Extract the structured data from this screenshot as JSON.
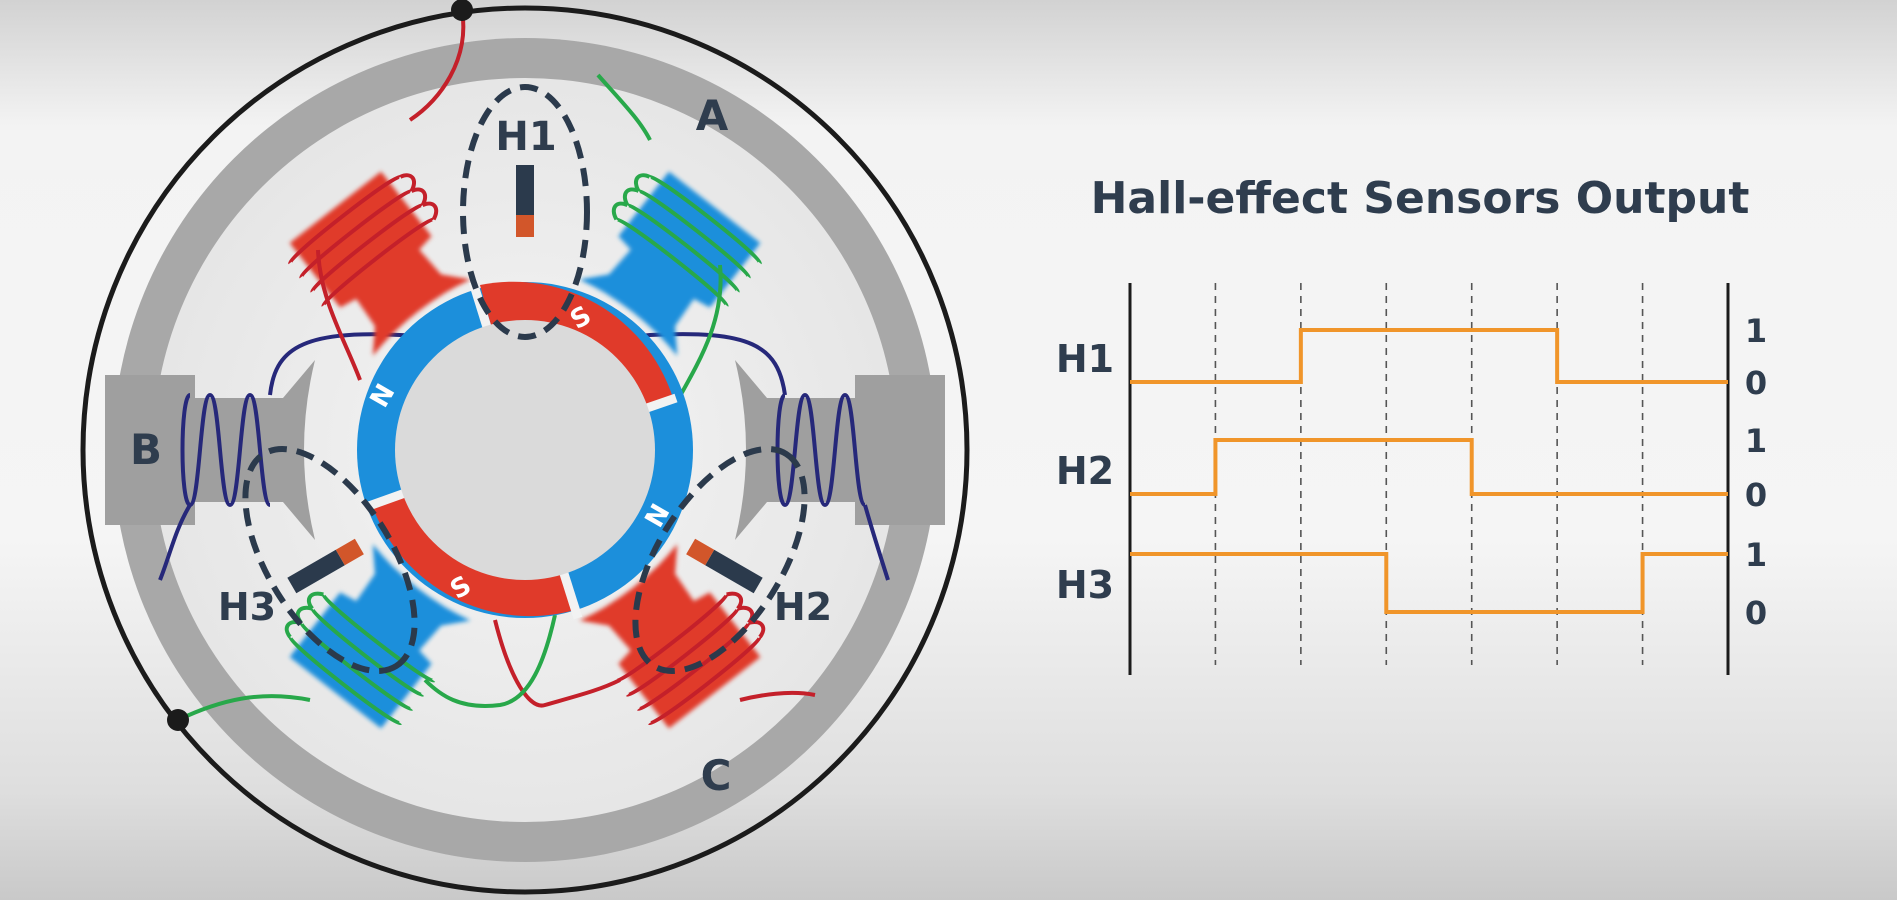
{
  "motor": {
    "phase_labels": {
      "a": "A",
      "b": "B",
      "c": "C"
    },
    "sensor_labels": {
      "h1": "H1",
      "h2": "H2",
      "h3": "H3"
    },
    "rotor_poles": {
      "n1": "N",
      "n2": "N",
      "s1": "S",
      "s2": "S"
    },
    "colors": {
      "phase_a": "#1c8fdb",
      "phase_b": "#b0b0b0",
      "phase_c": "#e03a2a",
      "wire_a": "#28a84a",
      "wire_b": "#26287a",
      "wire_c": "#c4202a",
      "stator": "#a3a3a3",
      "sensor_body": "#2b3a4c",
      "sensor_tip": "#d2562a"
    }
  },
  "chart_data": {
    "type": "line",
    "title": "Hall-effect Sensors Output",
    "step_count": 7,
    "series": [
      {
        "name": "H1",
        "values": [
          0,
          0,
          1,
          1,
          1,
          0,
          0
        ]
      },
      {
        "name": "H2",
        "values": [
          0,
          1,
          1,
          1,
          0,
          0,
          0
        ]
      },
      {
        "name": "H3",
        "values": [
          1,
          1,
          1,
          0,
          0,
          0,
          1
        ]
      }
    ],
    "level_labels": {
      "high": "1",
      "low": "0"
    },
    "line_color": "#f0952a",
    "grid": "vertical-dashed"
  }
}
